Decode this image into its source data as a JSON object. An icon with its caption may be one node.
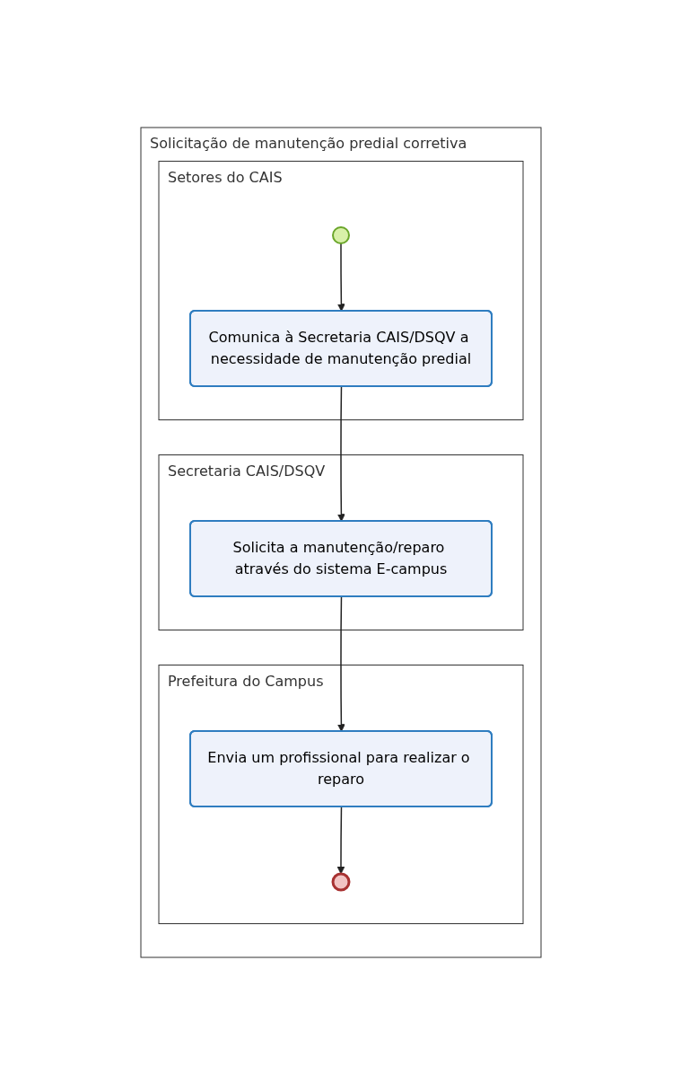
{
  "diagram": {
    "nodes": [
      {
        "text": [
          "Solicitação de manutenção predial corretiva"
        ]
      },
      {
        "text": [
          "Setores do CAIS"
        ],
        "in": 0
      },
      {
        "text": [],
        "shape": "circle",
        "in": 1
      },
      {
        "text": [
          "Comunica à Secretaria CAIS/DSQV a necessidade de manutenção predial"
        ],
        "in": 1
      },
      {
        "text": [
          "Secretaria CAIS/DSQV"
        ],
        "in": 0
      },
      {
        "text": [
          "Solicita a manutenção/reparo através do sistema E-campus"
        ],
        "in": 4
      },
      {
        "text": [
          "Prefeitura do Campus"
        ],
        "in": 0
      },
      {
        "text": [
          "Envia um profissional para realizar o reparo"
        ],
        "in": 6
      },
      {
        "text": [],
        "shape": "circle",
        "in": 6
      }
    ],
    "edges": [
      {
        "from": 2,
        "to": 3,
        "arrow": "to"
      },
      {
        "from": 3,
        "to": 5,
        "arrow": "to"
      },
      {
        "from": 5,
        "to": 7,
        "arrow": "to"
      },
      {
        "from": 7,
        "to": 8,
        "arrow": "to"
      }
    ]
  }
}
